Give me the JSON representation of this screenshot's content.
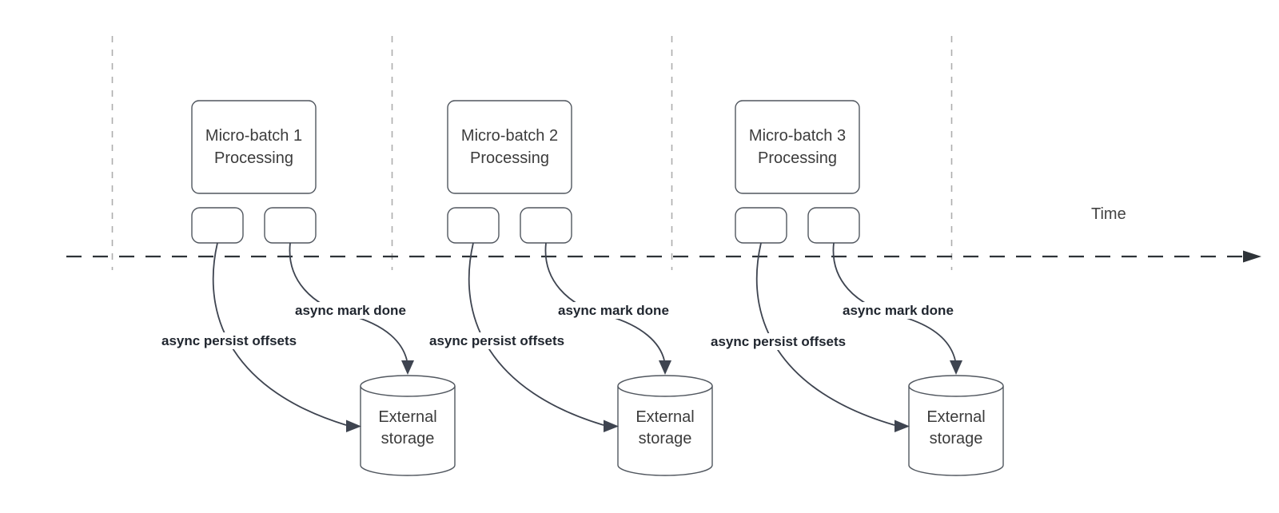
{
  "diagram": {
    "timeline_label": "Time",
    "groups": [
      {
        "box_label": "Micro-batch 1\nProcessing",
        "persist_label": "async persist offsets",
        "done_label": "async mark done",
        "storage_label": "External\nstorage"
      },
      {
        "box_label": "Micro-batch 2\nProcessing",
        "persist_label": "async persist offsets",
        "done_label": "async mark done",
        "storage_label": "External\nstorage"
      },
      {
        "box_label": "Micro-batch 3\nProcessing",
        "persist_label": "async persist offsets",
        "done_label": "async mark done",
        "storage_label": "External\nstorage"
      }
    ],
    "colors": {
      "background": "#ffffff",
      "shape_stroke": "#51575f",
      "flow_stroke": "#3e4450",
      "timeline_stroke": "#2e3338",
      "divider_stroke": "#adadad",
      "flow_label_text": "#20262f",
      "shape_text": "#3c3c3c"
    }
  }
}
